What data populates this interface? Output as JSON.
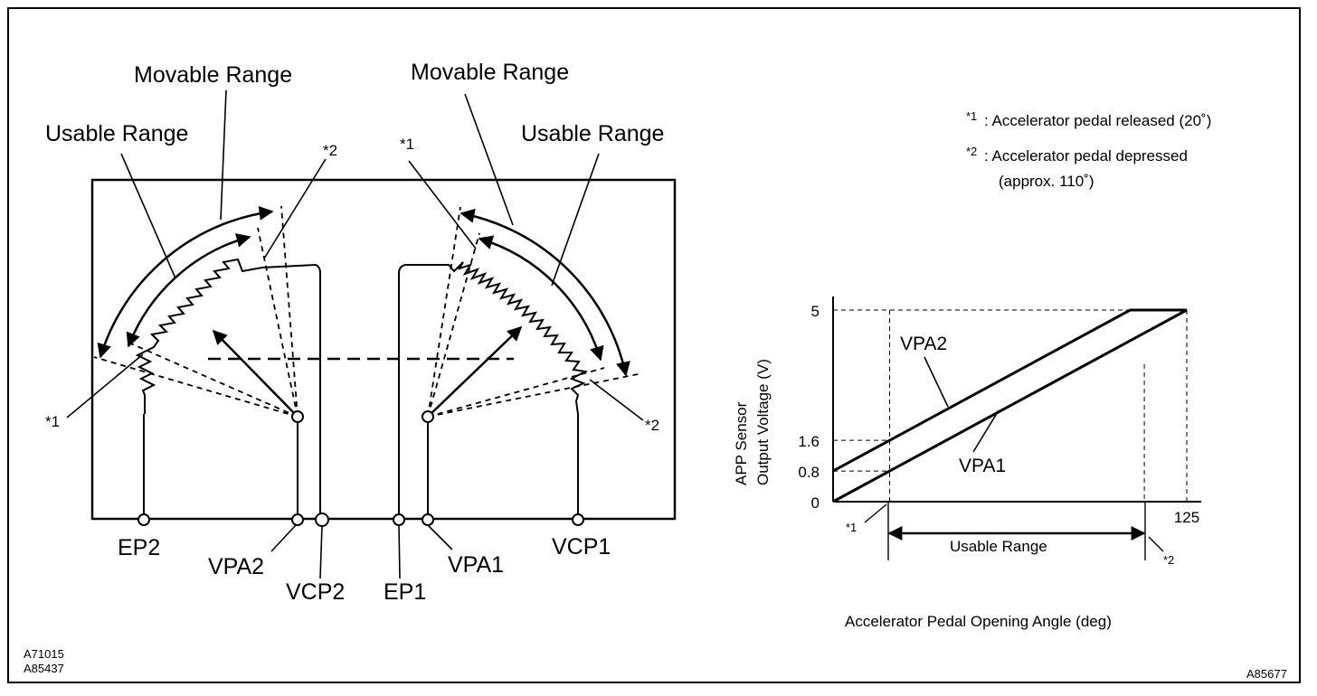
{
  "labels": {
    "movable_range": "Movable Range",
    "usable_range": "Usable Range",
    "star1": "*1",
    "star2": "*2",
    "ep2": "EP2",
    "vpa2": "VPA2",
    "vcp2": "VCP2",
    "ep1": "EP1",
    "vpa1": "VPA1",
    "vcp1": "VCP1"
  },
  "legend": {
    "note1_mark": "*1",
    "note1_text": ": Accelerator pedal released (20˚)",
    "note2_mark": "*2",
    "note2_text": ": Accelerator pedal depressed",
    "note2_text_2": "(approx. 110˚)"
  },
  "figure_ids": {
    "left_1": "A71015",
    "left_2": "A85437",
    "right": "A85677"
  },
  "chart_data": {
    "type": "line",
    "xlabel": "Accelerator Pedal Opening Angle (deg)",
    "ylabel": "APP Sensor",
    "ylabel_2": "Output Voltage (V)",
    "x_tick_labels": [
      "125"
    ],
    "y_tick_labels": [
      "0",
      "0.8",
      "1.6",
      "5"
    ],
    "xlim": [
      0,
      125
    ],
    "ylim": [
      0,
      5
    ],
    "usable_range_label": "Usable Range",
    "usable_range": [
      20,
      110
    ],
    "marker1": "*1",
    "marker2": "*2",
    "series": [
      {
        "name": "VPA2",
        "x": [
          0,
          105,
          125
        ],
        "y": [
          0.8,
          5,
          5
        ]
      },
      {
        "name": "VPA1",
        "x": [
          0,
          125
        ],
        "y": [
          0,
          5
        ]
      }
    ]
  }
}
